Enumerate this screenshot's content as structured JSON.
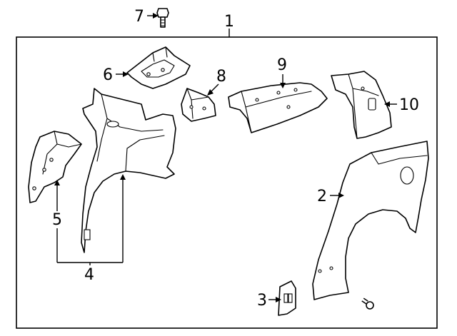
{
  "diagram": {
    "colors": {
      "line": "#000000",
      "background": "#ffffff"
    },
    "callouts": {
      "c1": "1",
      "c2": "2",
      "c3": "3",
      "c4": "4",
      "c5": "5",
      "c6": "6",
      "c7": "7",
      "c8": "8",
      "c9": "9",
      "c10": "10"
    }
  }
}
